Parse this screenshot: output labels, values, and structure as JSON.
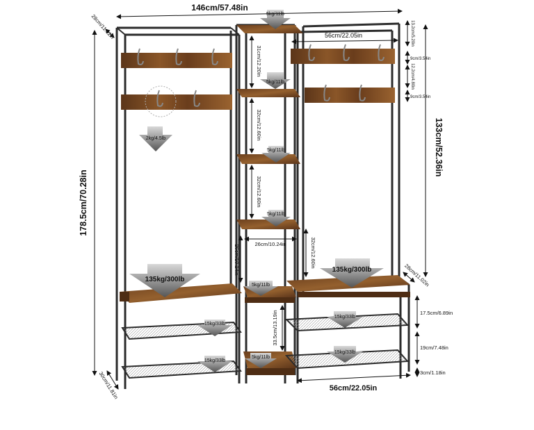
{
  "dimensions": {
    "total_width": "146cm/57.48in",
    "total_height": "178.5cm/70.28in",
    "right_height": "133cm/52.36in",
    "top_depth": "28cm/11.02in",
    "hook_bar_width": "56cm/22.05in",
    "shelf_gap_1": "31cm/12.20in",
    "shelf_gap_2": "32cm/12.60in",
    "shelf_gap_3": "32cm/12.60in",
    "shelf_depth": "26cm/10.24in",
    "shelf_width": "26cm/10.24in",
    "right_gap": "32cm/12.60in",
    "bottom_gap": "33.5cm/13.19in",
    "top_offset": "13.2cm/5.20in",
    "hook_gap_a": "9cm/3.54in",
    "hook_gap_b": "12.2cm/4.80in",
    "hook_gap_c": "9cm/3.54in",
    "bench_depth": "28cm/11.02in",
    "shoe_gap_1": "17.5cm/6.89in",
    "shoe_gap_2": "19cm/7.48in",
    "foot_height": "3cm/1.18in",
    "bottom_width": "56cm/22.05in",
    "base_depth": "30cm/11.81in"
  },
  "loads": {
    "top_shelf": "5kg/11lb",
    "shelf_2": "5kg/11lb",
    "shelf_3": "5kg/11lb",
    "shelf_4": "5kg/11lb",
    "shelf_5": "5kg/11lb",
    "shelf_6": "5kg/11lb",
    "hook": "2kg/4.5lb",
    "bench_left": "135kg/300lb",
    "bench_right": "135kg/300lb",
    "shoe_left_1": "15kg/33lb",
    "shoe_left_2": "15kg/33lb",
    "shoe_right_1": "15kg/33lb",
    "shoe_right_2": "15kg/33lb"
  },
  "colors": {
    "frame": "#2b2b2b",
    "wood": "#7a4a24",
    "wood_dark": "#4e2d14",
    "arrow": "#6d6d6d"
  }
}
